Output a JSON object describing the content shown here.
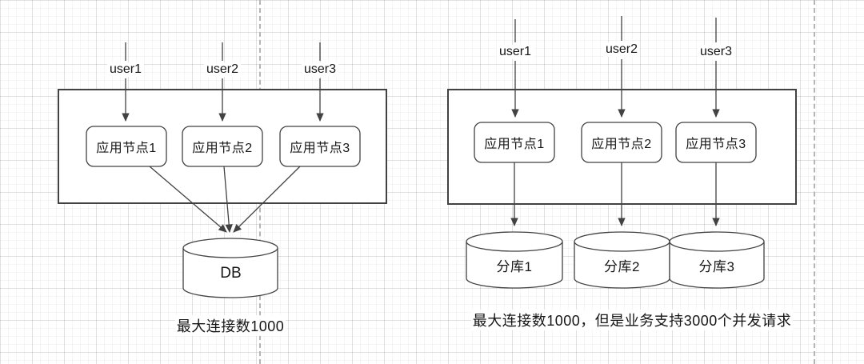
{
  "diagram_left": {
    "users": [
      "user1",
      "user2",
      "user3"
    ],
    "nodes": [
      "应用节点1",
      "应用节点2",
      "应用节点3"
    ],
    "database_label": "DB",
    "caption": "最大连接数1000"
  },
  "diagram_right": {
    "users": [
      "user1",
      "user2",
      "user3"
    ],
    "nodes": [
      "应用节点1",
      "应用节点2",
      "应用节点3"
    ],
    "shards": [
      "分库1",
      "分库2",
      "分库3"
    ],
    "caption": "最大连接数1000，但是业务支持3000个并发请求"
  },
  "colors": {
    "shape_stroke": "#424242",
    "text": "#161616",
    "dashed_guide": "#b5b5b5",
    "background": "#ffffff"
  }
}
